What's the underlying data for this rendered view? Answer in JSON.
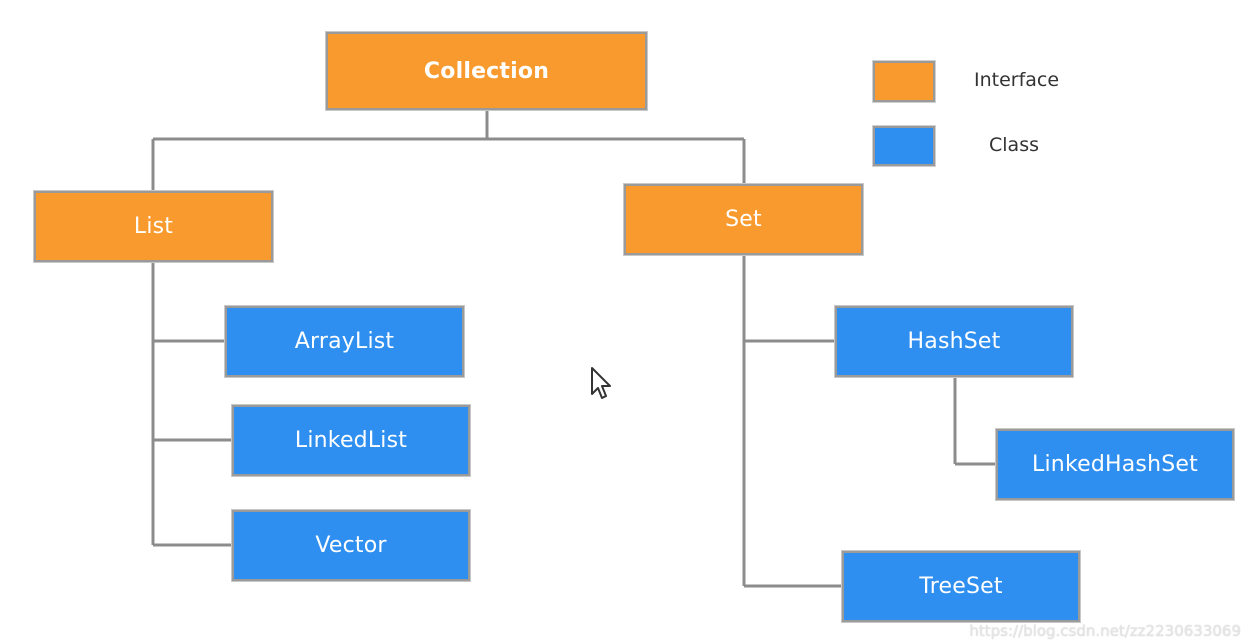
{
  "nodes": {
    "collection": "Collection",
    "list": "List",
    "set": "Set",
    "arraylist": "ArrayList",
    "linkedlist": "LinkedList",
    "vector": "Vector",
    "hashset": "HashSet",
    "linkedhashset": "LinkedHashSet",
    "treeset": "TreeSet"
  },
  "legend": {
    "interface_label": "Interface",
    "class_label": "Class"
  },
  "watermark": "https://blog.csdn.net/zz2230633069",
  "colors": {
    "interface": "#F89A2E",
    "class": "#2F8FF0",
    "connector": "#8c8c8c"
  }
}
